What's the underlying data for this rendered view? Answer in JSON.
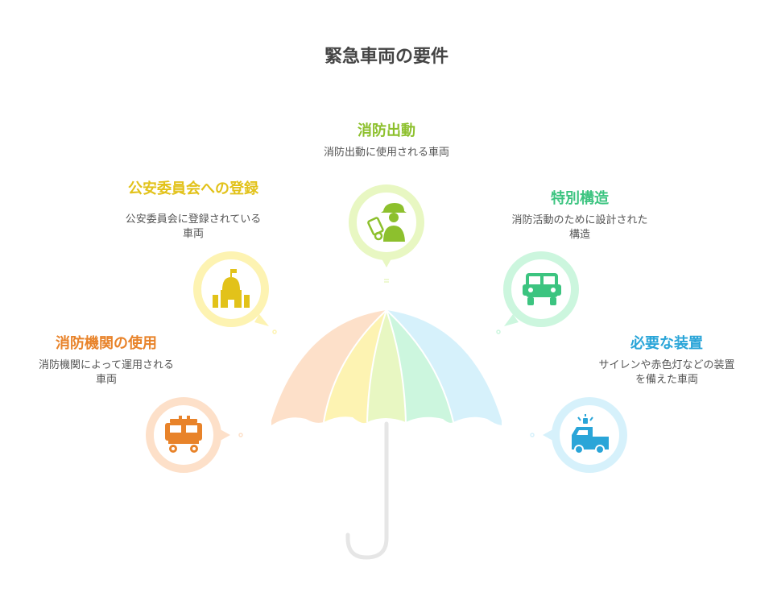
{
  "title": "緊急車両の要件",
  "items": [
    {
      "id": "fire-department-use",
      "title": "消防機関の使用",
      "description": "消防機関によって運用される車両",
      "color": "#e8832a",
      "icon": "fire-truck-icon"
    },
    {
      "id": "public-safety-registration",
      "title": "公安委員会への登録",
      "description": "公安委員会に登録されている車両",
      "color": "#e2c21a",
      "icon": "government-building-icon"
    },
    {
      "id": "fire-dispatch",
      "title": "消防出動",
      "description": "消防出動に使用される車両",
      "color": "#8dc02d",
      "icon": "firefighter-icon"
    },
    {
      "id": "special-structure",
      "title": "特別構造",
      "description": "消防活動のために設計された構造",
      "color": "#3cc480",
      "icon": "vehicle-front-icon"
    },
    {
      "id": "required-equipment",
      "title": "必要な装置",
      "description": "サイレンや赤色灯などの装置を備えた車両",
      "color": "#2aa5d8",
      "icon": "siren-truck-icon"
    }
  ]
}
